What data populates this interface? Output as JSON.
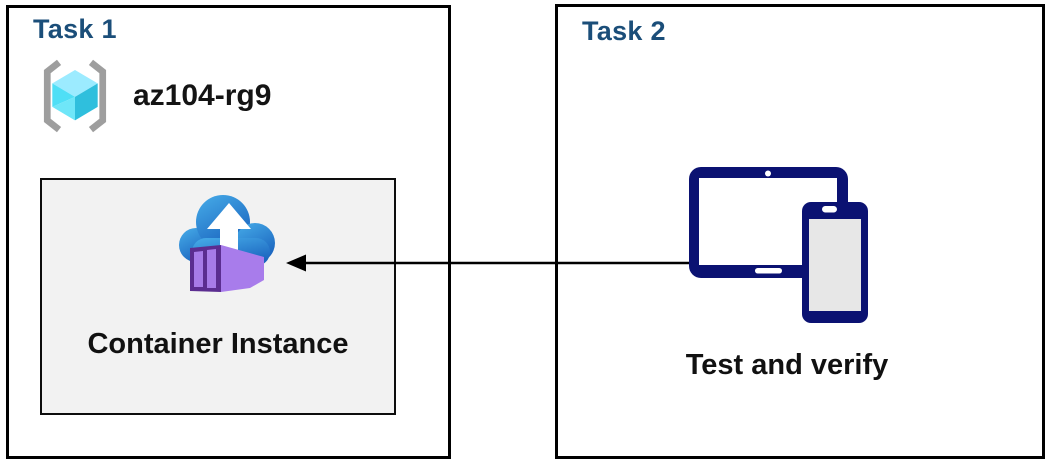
{
  "task1": {
    "title": "Task 1",
    "resource_group_name": "az104-rg9",
    "container_box_label": "Container Instance"
  },
  "task2": {
    "title": "Task 2",
    "caption": "Test and verify"
  },
  "connector": {
    "direction": "from task2 devices to task1 container instance",
    "style": "solid black line, left-pointing arrowhead"
  },
  "icons": {
    "resource_group": "resource-group-icon",
    "container_instance": "container-instance-cloud-upload-icon",
    "devices": "tablet-and-phone-icon",
    "arrow": "left-arrow-connector"
  },
  "colors": {
    "task_title_blue": "#1B4E79",
    "box_border": "#000000",
    "container_box_bg": "#F2F2F2",
    "device_navy": "#0B1272",
    "phone_screen_gray": "#E7E7E7",
    "cloud_blue_light": "#47ADE9",
    "cloud_blue_dark": "#1B65BF",
    "container_purple_side": "#A87CEB",
    "container_purple_frame": "#5B2D90",
    "container_purple_slats": "#A77BE8",
    "cube_top": "#9CEBFF",
    "cube_left": "#4FDFF6",
    "cube_left_inner": "#6FE6F8",
    "cube_right": "#2FBFDD",
    "bracket_gray": "#9E9E9E",
    "text_black": "#111111"
  }
}
